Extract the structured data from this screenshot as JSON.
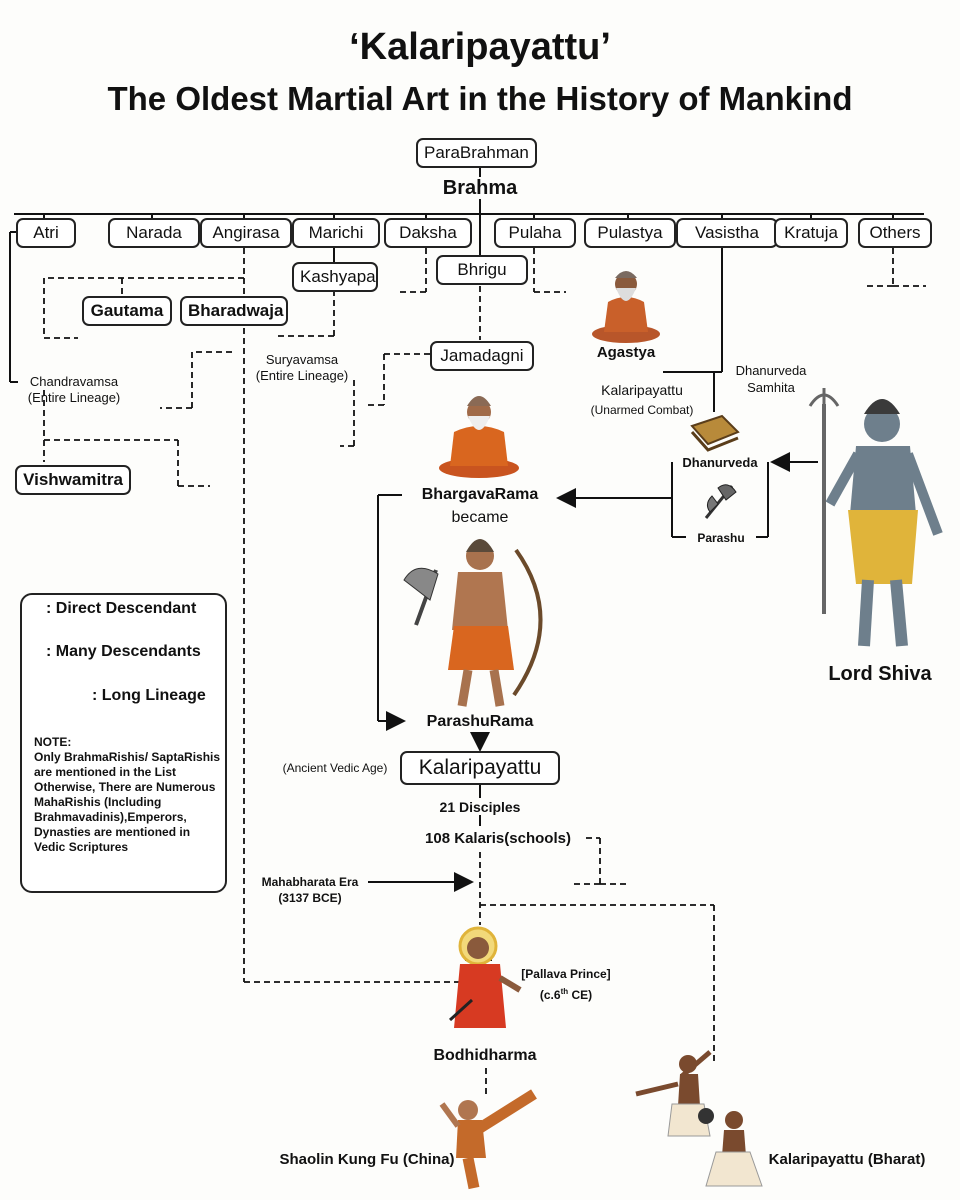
{
  "title": {
    "line1": "‘Kalaripayattu’",
    "line2": "The Oldest Martial Art in the History of Mankind"
  },
  "nodes": {
    "parabrahman": "ParaBrahman",
    "brahma": "Brahma",
    "rishis": [
      "Atri",
      "Narada",
      "Angirasa",
      "Marichi",
      "Daksha",
      "Pulaha",
      "Pulastya",
      "Vasistha",
      "Kratuja",
      "Others"
    ],
    "bhrigu": "Bhrigu",
    "kashyapa": "Kashyapa",
    "gautama": "Gautama",
    "bharadwaja": "Bharadwaja",
    "jamadagni": "Jamadagni",
    "vishwamitra": "Vishwamitra",
    "kalaripayattu_box": "Kalaripayattu"
  },
  "labels": {
    "chandravamsa": "Chandravamsa",
    "chandravamsa_sub": "(Entire Lineage)",
    "suryavamsa": "Suryavamsa",
    "suryavamsa_sub": "(Entire Lineage)",
    "agastya": "Agastya",
    "kalari_unarmed": "Kalaripayattu",
    "unarmed_sub": "(Unarmed Combat)",
    "dhanurveda_samhita_1": "Dhanurveda",
    "dhanurveda_samhita_2": "Samhita",
    "dhanurveda": "Dhanurveda",
    "parashu": "Parashu",
    "bhargavarama": "BhargavaRama",
    "became": "became",
    "parashurama": "ParashuRama",
    "lord_shiva": "Lord Shiva",
    "vedic_age": "(Ancient Vedic Age)",
    "disciples": "21 Disciples",
    "kalaris": "108 Kalaris(schools)",
    "mahabharata": "Mahabharata Era",
    "mahabharata_date": "(3137 BCE)",
    "pallava": "[Pallava Prince]",
    "pallava_date_pre": "(c.6",
    "pallava_date_sup": "th",
    "pallava_date_post": " CE)",
    "bodhidharma": "Bodhidharma",
    "shaolin": "Shaolin Kung Fu (China)",
    "kalari_bharat": "Kalaripayattu (Bharat)"
  },
  "legend": {
    "direct": ": Direct Descendant",
    "many": ": Many Descendants",
    "long": ": Long Lineage",
    "note_heading": "NOTE:",
    "note_text": "Only BrahmaRishis/ SaptaRishis are mentioned in the List Otherwise, There are Numerous MahaRishis (Including Brahmavadinis),Emperors, Dynasties are mentioned in Vedic Scriptures"
  },
  "icons": [
    "brahmin-sage-icon",
    "agastya-sage-icon",
    "scripture-scroll-icon",
    "axe-icon",
    "parashurama-warrior-icon",
    "lord-shiva-trident-icon",
    "bodhidharma-monk-icon",
    "shaolin-kick-icon",
    "kalari-fighters-icon"
  ],
  "colors": {
    "ink": "#111111",
    "saffron": "#d9661f",
    "gold": "#e0b43a",
    "shiva_skin": "#6e7f8c"
  }
}
